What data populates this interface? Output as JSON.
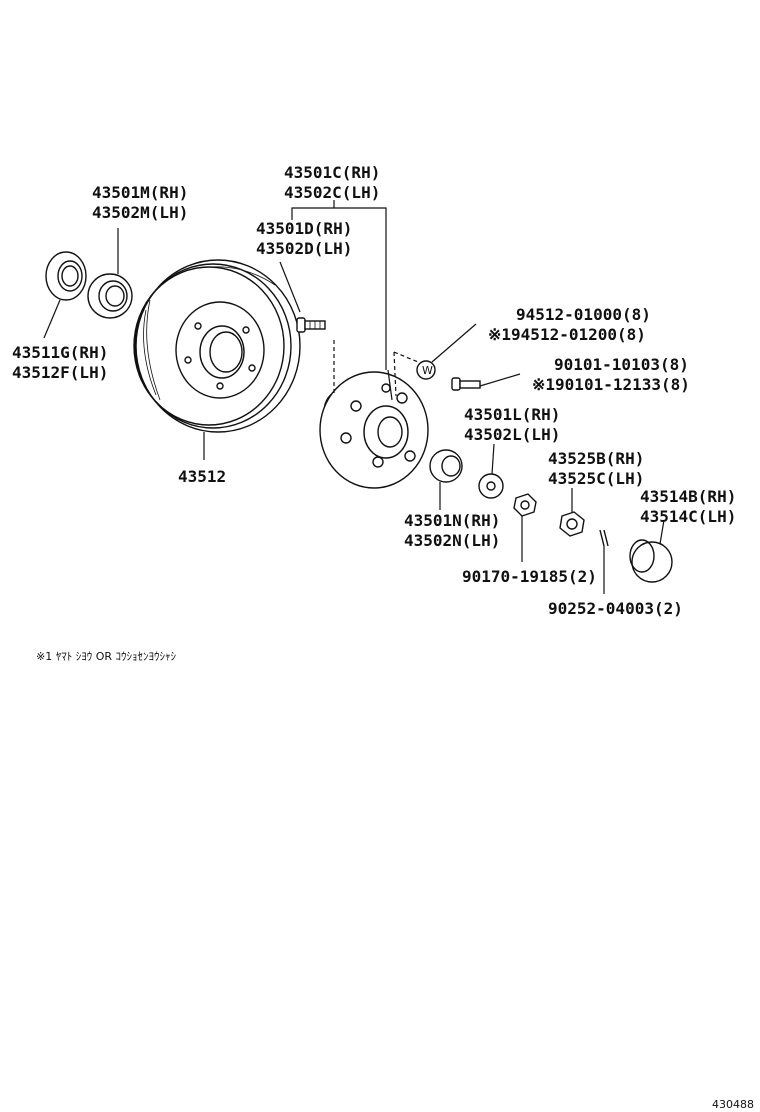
{
  "labels": {
    "p43501m": "43501M(RH)",
    "p43502m": "43502M(LH)",
    "p43501c": "43501C(RH)",
    "p43502c": "43502C(LH)",
    "p43501d": "43501D(RH)",
    "p43502d": "43502D(LH)",
    "p43511g": "43511G(RH)",
    "p43512f": "43512F(LH)",
    "p43512": "43512",
    "p94512a": "94512-01000(8)",
    "p94512b": "※194512-01200(8)",
    "p90101a": "90101-10103(8)",
    "p90101b": "※190101-12133(8)",
    "p43501l": "43501L(RH)",
    "p43502l": "43502L(LH)",
    "p43525b": "43525B(RH)",
    "p43525c": "43525C(LH)",
    "p43514b": "43514B(RH)",
    "p43514c": "43514C(LH)",
    "p43501n": "43501N(RH)",
    "p43502n": "43502N(LH)",
    "p90170": "90170-19185(2)",
    "p90252": "90252-04003(2)",
    "washer_mark": "W"
  },
  "footnote": "※1 ﾔﾏﾄ ｼﾖｳ OR ｺｳｼｮｾﾝﾖｳｼｬｼ",
  "figure_ref": "430488"
}
